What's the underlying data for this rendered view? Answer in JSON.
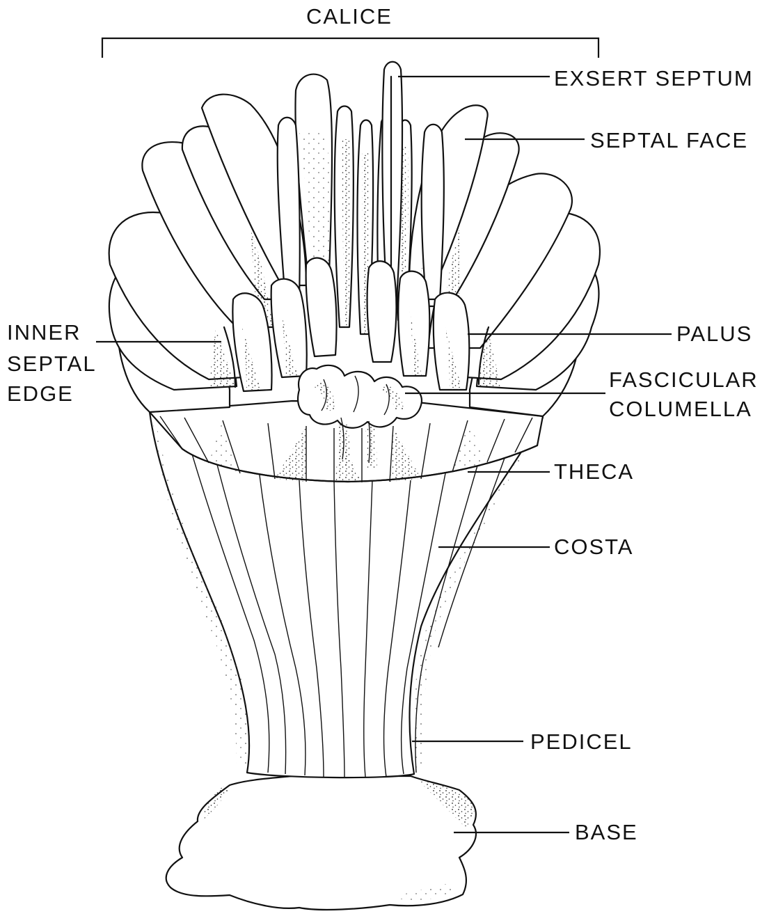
{
  "labels": {
    "calice": "CALICE",
    "exsert_septum": "EXSERT SEPTUM",
    "septal_face": "SEPTAL FACE",
    "palus": "PALUS",
    "inner_septal_edge_1": "INNER",
    "inner_septal_edge_2": "SEPTAL",
    "inner_septal_edge_3": "EDGE",
    "fascicular_columella_1": "FASCICULAR",
    "fascicular_columella_2": "COLUMELLA",
    "theca": "THECA",
    "costa": "COSTA",
    "pedicel": "PEDICEL",
    "base": "BASE"
  },
  "colors": {
    "ink": "#111111",
    "background": "#ffffff"
  }
}
